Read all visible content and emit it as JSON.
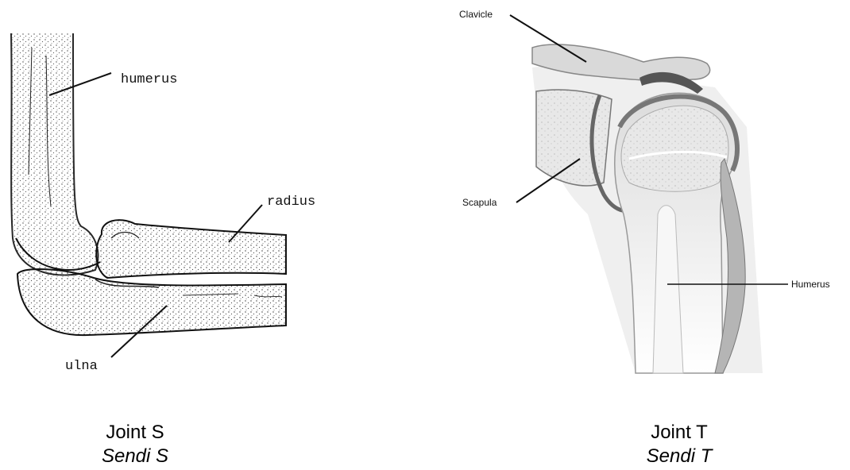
{
  "diagrams": {
    "elbow": {
      "labels": {
        "humerus": "humerus",
        "radius": "radius",
        "ulna": "ulna"
      },
      "caption": {
        "english": "Joint S",
        "malay": "Sendi S"
      }
    },
    "shoulder": {
      "labels": {
        "clavicle": "Clavicle",
        "scapula": "Scapula",
        "humerus": "Humerus"
      },
      "caption": {
        "english": "Joint T",
        "malay": "Sendi T"
      }
    }
  },
  "colors": {
    "line": "#111111",
    "bone_fill": "#e6e6e6",
    "cartilage": "#555555",
    "muscle": "#b5b5b5"
  }
}
